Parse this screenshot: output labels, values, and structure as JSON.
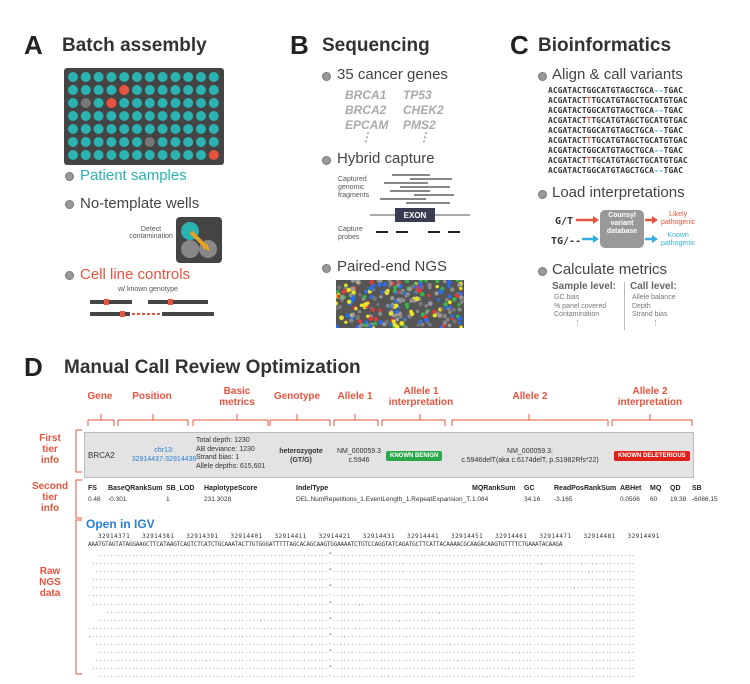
{
  "panelA": {
    "letter": "A",
    "title": "Batch assembly",
    "patient_samples": "Patient samples",
    "no_template": "No-template wells",
    "detect": "Detect\ncontamination",
    "cell_line": "Cell line controls",
    "known_genotype": "w/ known genotype",
    "colors": {
      "well": "#2bb3b1",
      "plate": "#444",
      "red": "#e5543f",
      "gray": "#777"
    }
  },
  "panelB": {
    "letter": "B",
    "title": "Sequencing",
    "genes_label": "35 cancer genes",
    "genes": [
      "BRCA1",
      "TP53",
      "BRCA2",
      "CHEK2",
      "EPCAM",
      "PMS2"
    ],
    "ellipsis": "⋮",
    "hybrid": "Hybrid capture",
    "captured": "Captured\ngenomic\nfragments",
    "exon": "EXON",
    "capture_probes": "Capture\nprobes",
    "paired": "Paired-end NGS"
  },
  "panelC": {
    "letter": "C",
    "title": "Bioinformatics",
    "align": "Align & call variants",
    "seq_prefix": "ACGATACT",
    "seq_mid": "GGCATGTAGCTGCA",
    "seq_tail_ins": "TGCATGTAGCTGCATGTGAC",
    "seq_tail": "--TGAC",
    "load": "Load interpretations",
    "variant1": "G/T",
    "variant2": "TG/--",
    "database": "Counsyl\nvariant\ndatabase",
    "likely": "Likely\npathogenic",
    "known": "Known\npathogenic",
    "calc": "Calculate metrics",
    "sample_level": "Sample level:",
    "sample_items": [
      "GC bias",
      "% panel covered",
      "Contamination",
      "⋮"
    ],
    "call_level": "Call level:",
    "call_items": [
      "Allele balance",
      "Depth",
      "Strand bias",
      "⋮"
    ]
  },
  "panelD": {
    "letter": "D",
    "title": "Manual Call Review Optimization",
    "headers": {
      "gene": "Gene",
      "position": "Position",
      "basic": "Basic\nmetrics",
      "genotype": "Genotype",
      "allele1": "Allele 1",
      "allele1_interp": "Allele 1\ninterpretation",
      "allele2": "Allele 2",
      "allele2_interp": "Allele 2\ninterpretation"
    },
    "first_tier_label": "First\ntier\ninfo",
    "second_tier_label": "Second\ntier\ninfo",
    "raw_label": "Raw\nNGS\ndata",
    "first_tier": {
      "gene": "BRCA2",
      "pos1": "chr13:",
      "pos2": "32914437-32914438",
      "metrics": [
        "Total depth: 1230",
        "AB deviance: 1230",
        "Strand bias: 1",
        "Allele depths: 615,601"
      ],
      "genotype1": "heterozygote",
      "genotype2": "(GT/G)",
      "allele1a": "NM_000059.3",
      "allele1b": "c.5946",
      "benign": "KNOWN BENIGN",
      "allele2a": "NM_000059.3:",
      "allele2b": "c.5946delT(aka c.6174delT, p.S1982Rfs*22)",
      "deleterious": "KNOWN DELETERIOUS"
    },
    "second_tier": {
      "headers": [
        "FS",
        "BaseQRankSum",
        "SB_LOD",
        "HaplotypeScore",
        "IndelType",
        "MQRankSum",
        "GC",
        "ReadPosRankSum",
        "ABHet",
        "MQ",
        "QD",
        "SB"
      ],
      "values": [
        "0.48",
        "-0.301",
        "1",
        "231.3028",
        "DEL.NumRepetitions_1.EventLength_1.RepeatExpansion_T.",
        "1.084",
        "34.16",
        "-3.165",
        "0.0506",
        "60",
        "19.38",
        "-6086.15"
      ]
    },
    "igv": {
      "link": "Open in IGV",
      "coords": "32914371   32914381   32914391   32914401   32914411   32914421   32914431   32914441   32914451   32914461   32914471   32914481   32914491",
      "reference": "AAATGTAGTATAGGAAGCTTCATAAGTCAGTCTCATCTGCAAATACTTGTGGGATTTTTAGCACAGCAAGTGGAAAATCTGTCCAGGTATCAGATGCTTCATTACAAAACGCAAGACAAGTGTTTTCTGAAATACAAGA"
    },
    "colors": {
      "accent": "#e5543f",
      "blue": "#2a7fd4",
      "green": "#2aa84a",
      "red": "#e0201a"
    }
  }
}
